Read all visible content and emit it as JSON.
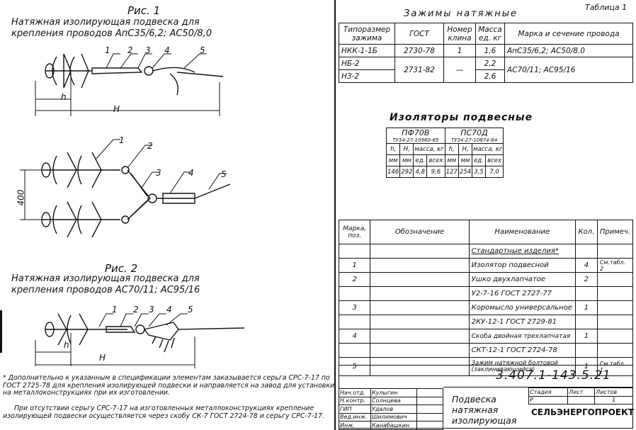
{
  "fig1": {
    "title": "Рис. 1",
    "caption_l1": "Натяжная изолирующая подвеска для",
    "caption_l2": "крепления проводов АпС35/6,2; АС50/8,0",
    "callouts": [
      "1",
      "2",
      "3",
      "4",
      "5"
    ],
    "dim_h": "h",
    "dim_H": "H"
  },
  "fig_mid": {
    "callouts": [
      "1",
      "2",
      "3",
      "4",
      "5"
    ],
    "dim_400": "400"
  },
  "fig2": {
    "title": "Рис. 2",
    "caption_l1": "Натяжная изолирующая подвеска для",
    "caption_l2": "крепления проводов АС70/11; АС95/16",
    "callouts": [
      "1",
      "2",
      "3",
      "4",
      "5"
    ],
    "dim_h": "h",
    "dim_H": "H"
  },
  "table1": {
    "label": "Таблица 1",
    "title": "Зажимы натяжные",
    "headers": [
      "Типоразмер зажима",
      "ГОСТ",
      "Номер клина",
      "Масса ед. кг",
      "Марка и сечение провода"
    ],
    "rows": [
      {
        "type": "НКК-1-1Б",
        "gost": "2730-78",
        "wedge": "1",
        "mass": "1,6",
        "mark": "АпС35/6,2; АС50/8.0"
      },
      {
        "type": "НБ-2",
        "gost": "2731-82",
        "wedge": "—",
        "mass": "2,2",
        "mark": "АС70/11; АС95/16"
      },
      {
        "type": "НЗ-2",
        "gost": "",
        "wedge": "",
        "mass": "2,6",
        "mark": ""
      }
    ]
  },
  "table2": {
    "title": "Изоляторы подвесные",
    "col1": {
      "name": "ПФ70В",
      "spec": "ТУ34-27-10960-85"
    },
    "col2": {
      "name": "ПС70Д",
      "spec": "ТУ34-27-10874-84"
    },
    "sub1": [
      "h,",
      "H,",
      "масса, кг"
    ],
    "sub2": [
      "мм",
      "мм",
      "ед.",
      "всех"
    ],
    "values": [
      "146",
      "292",
      "4,8",
      "9,6",
      "127",
      "254",
      "3,5",
      "7,0"
    ]
  },
  "spec": {
    "headers": [
      "Марка, поз.",
      "Обозначение",
      "Наименование",
      "Кол.",
      "Примеч."
    ],
    "rows": [
      {
        "pos": "",
        "name": "Стандартные изделия*",
        "qty": "",
        "note": ""
      },
      {
        "pos": "1",
        "name": "Изолятор подвесной",
        "qty": "4",
        "note": "См.табл. 2"
      },
      {
        "pos": "2",
        "name": "Ушко двухлапчатое",
        "qty": "2",
        "note": ""
      },
      {
        "pos": "",
        "name": "У2-7-16 ГОСТ 2727-77",
        "qty": "",
        "note": ""
      },
      {
        "pos": "3",
        "name": "Коромысло универсальное",
        "qty": "1",
        "note": ""
      },
      {
        "pos": "",
        "name": "2КУ-12-1 ГОСТ 2729-81",
        "qty": "",
        "note": ""
      },
      {
        "pos": "4",
        "name": "Скоба двойная трехлапчатая",
        "qty": "1",
        "note": ""
      },
      {
        "pos": "",
        "name": "СКТ-12-1 ГОСТ 2724-78",
        "qty": "",
        "note": ""
      },
      {
        "pos": "5",
        "name": "Зажим натяжной болтовой (заклинивающийся)",
        "qty": "1",
        "note": "См.табл. 1"
      }
    ]
  },
  "stamp": {
    "code": "3.407.1-143.5.21",
    "sign_rows": [
      {
        "role": "Нач.отд.",
        "name": "Кулыгин"
      },
      {
        "role": "Н.контр.",
        "name": "Солнцева"
      },
      {
        "role": "ГИП",
        "name": "Удалов"
      },
      {
        "role": "Вед.инж.",
        "name": "Шилимович"
      },
      {
        "role": "Инж.",
        "name": "Канабашкин"
      }
    ],
    "doc_title_l1": "Подвеска",
    "doc_title_l2": "натяжная",
    "doc_title_l3": "изолирующая",
    "h_stage": "Стадия",
    "h_sheet": "Лист",
    "h_sheets": "Листов",
    "stage": "Р",
    "sheets": "1",
    "org": "СЕЛЬЭНЕРГОПРОЕКТ"
  },
  "notes": {
    "p1": "* Дополнительно к указанным в спецификации элементам заказывается серьга СРС-7-17 по ГОСТ 2725-78 для крепления изолирующей подвески и направляется на завод для установки на металлоконструкциях при их изготовлении.",
    "p2": "При отсутствии серьгу СРС-7-17 на изготовленных металлоконструкциях крепление изолирующей подвески осуществляется через скобу СК-7 ГОСТ 2724-78 и серьгу СРС-7-17."
  }
}
